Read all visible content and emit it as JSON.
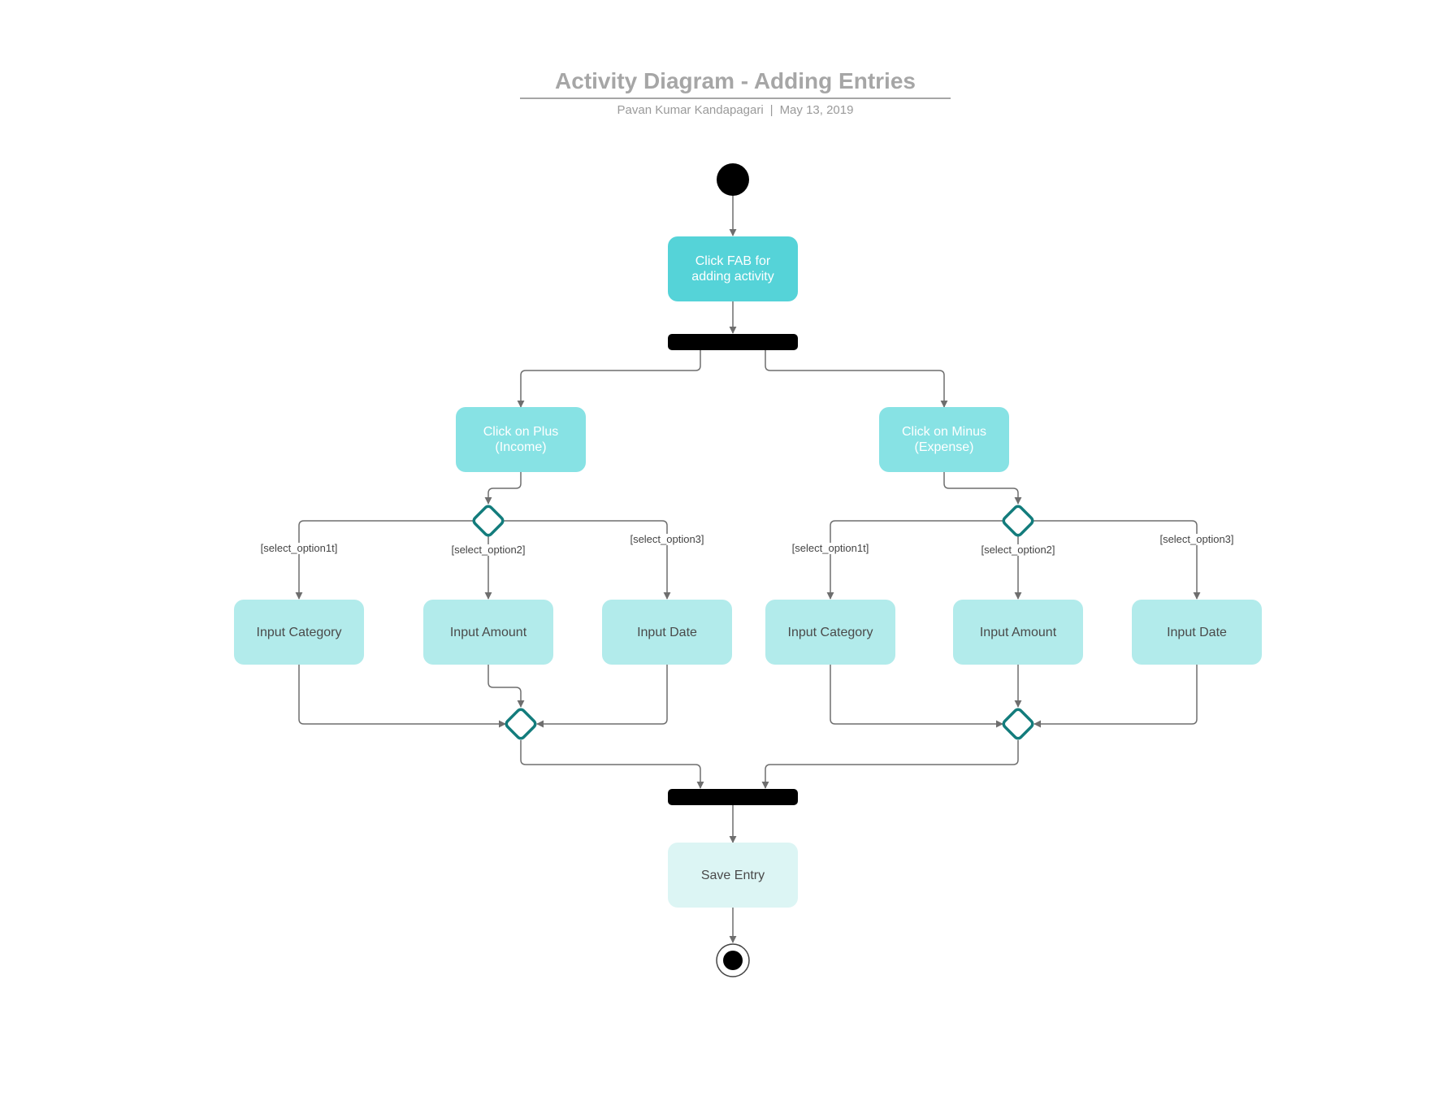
{
  "header": {
    "title": "Activity Diagram - Adding Entries",
    "author": "Pavan Kumar Kandapagari",
    "separator": "|",
    "date": "May 13, 2019"
  },
  "nodes": {
    "fab": "Click FAB for\nadding activity",
    "plus": "Click on Plus\n(Income)",
    "minus": "Click on Minus\n(Expense)",
    "income_category": "Input Category",
    "income_amount": "Input Amount",
    "income_date": "Input Date",
    "expense_category": "Input Category",
    "expense_amount": "Input Amount",
    "expense_date": "Input Date",
    "save": "Save Entry"
  },
  "guards": {
    "income_opt1": "[select_option1t]",
    "income_opt2": "[select_option2]",
    "income_opt3": "[select_option3]",
    "expense_opt1": "[select_option1t]",
    "expense_opt2": "[select_option2]",
    "expense_opt3": "[select_option3]"
  },
  "colors": {
    "primary_action": "#55d3d8",
    "branch_action": "#87e2e4",
    "input_action": "#b2ebeb",
    "final_action": "#dcf5f4",
    "decision_stroke": "#137c7c",
    "edge": "#6e6e6e"
  }
}
